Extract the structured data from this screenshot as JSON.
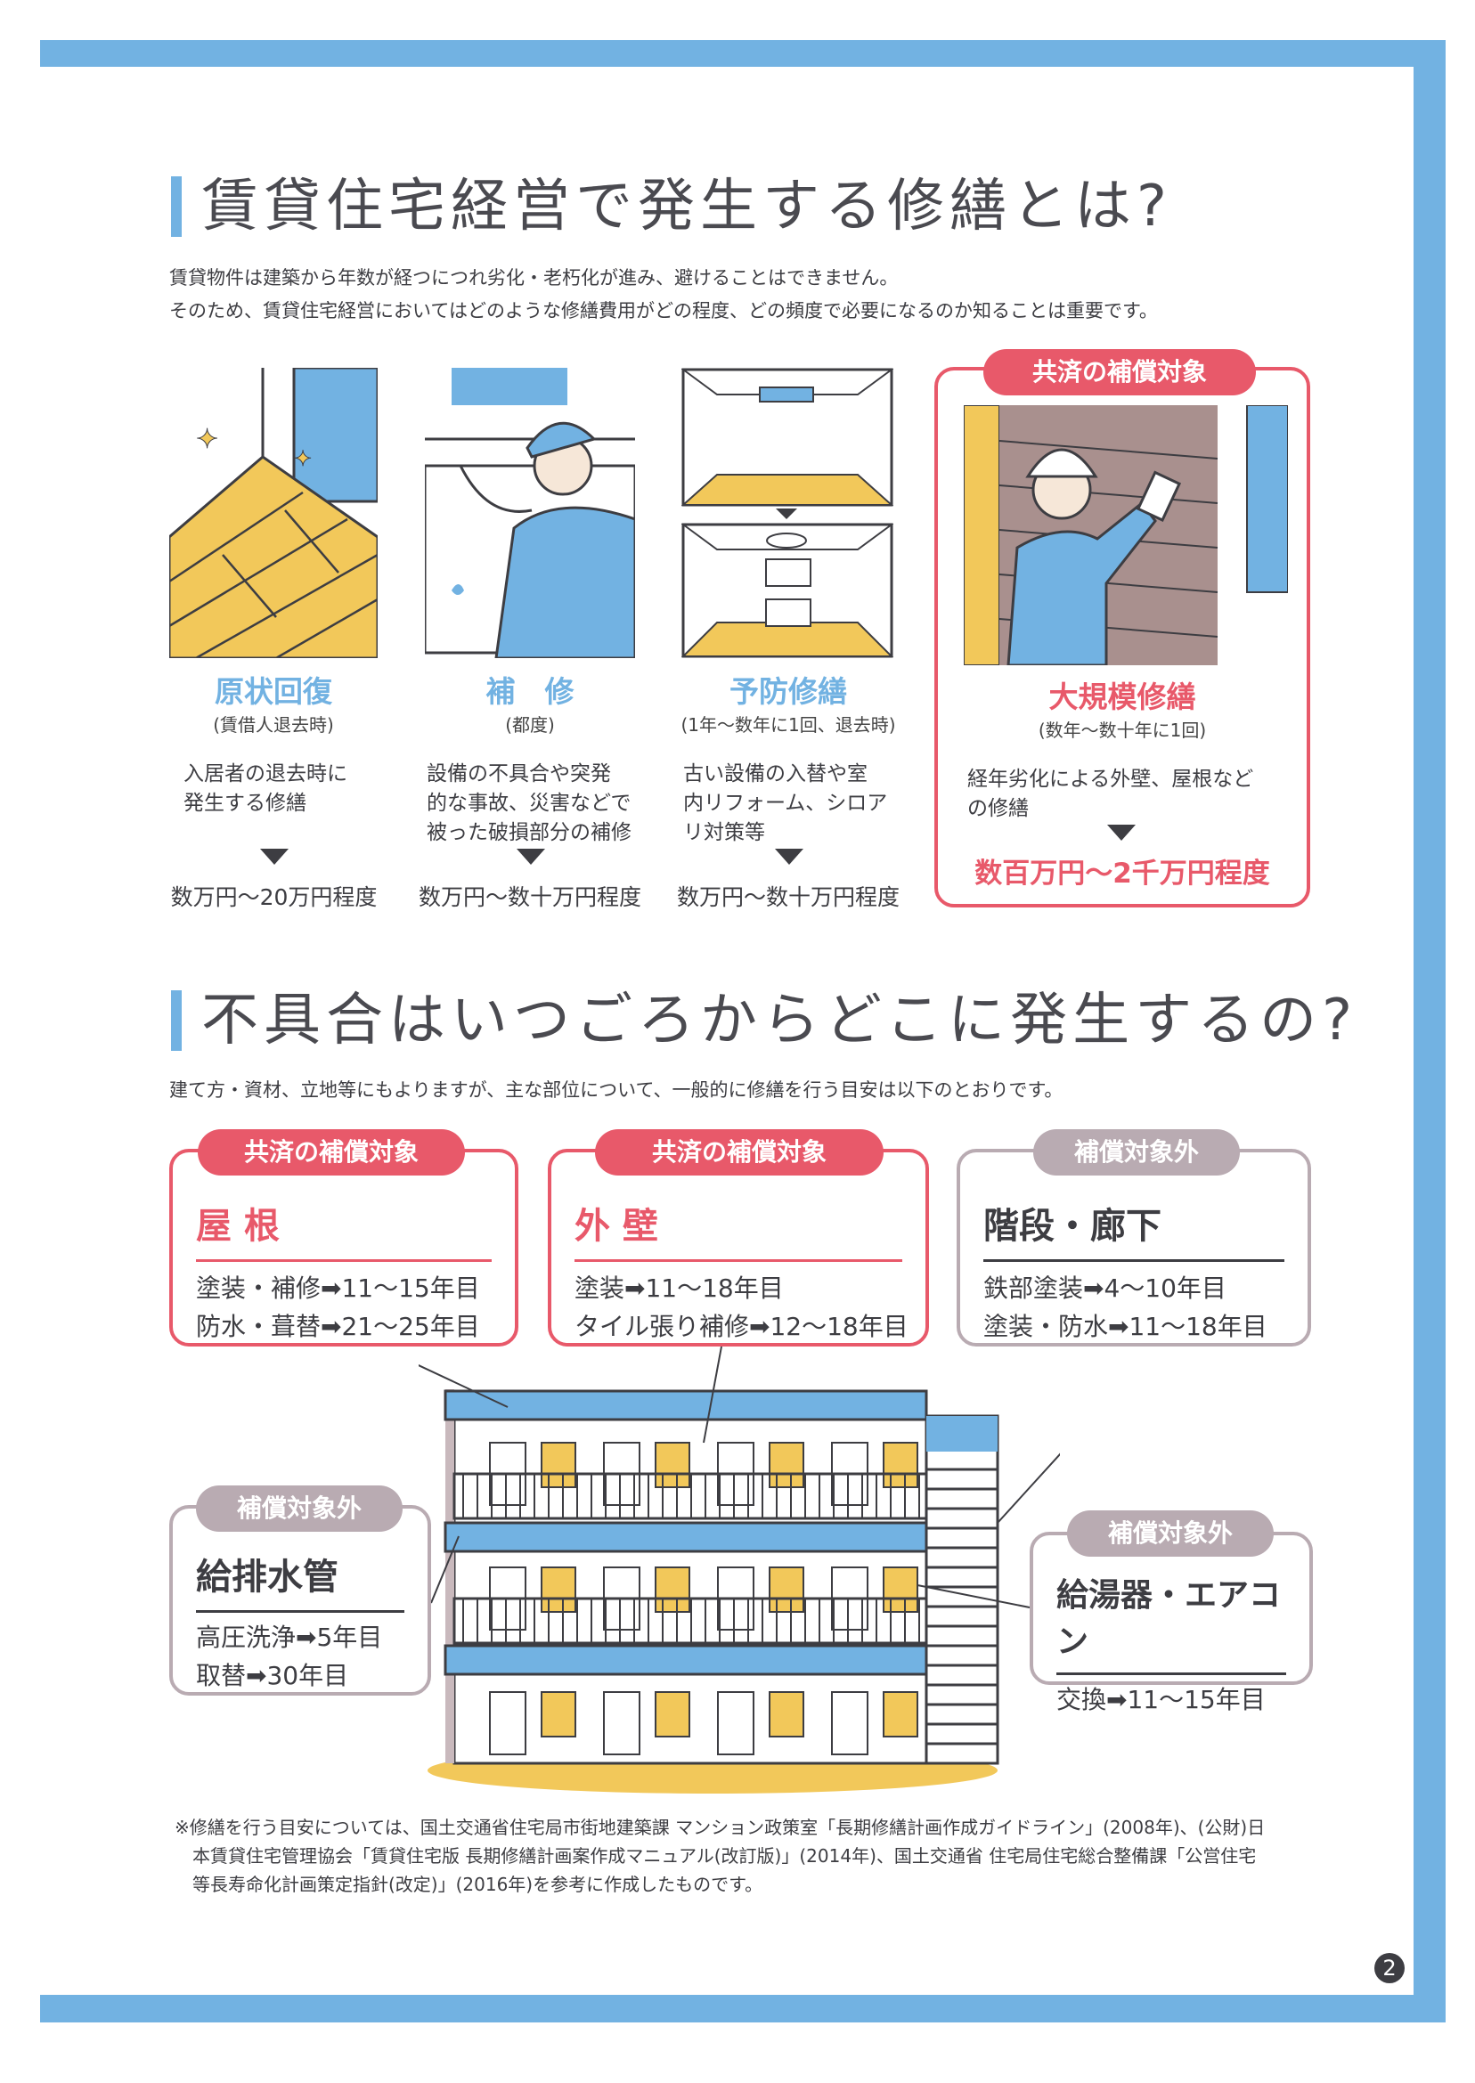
{
  "section1": {
    "heading": "賃貸住宅経営で発生する修繕とは?",
    "intro": [
      "賃貸物件は建築から年数が経つにつれ劣化・老朽化が進み、避けることはできません。",
      "そのため、賃貸住宅経営においてはどのような修繕費用がどの程度、どの頻度で必要になるのか知ることは重要です。"
    ],
    "columns": [
      {
        "title": "原状回復",
        "sub": "(賃借人退去時)",
        "desc": [
          "入居者の退去時に",
          "発生する修繕"
        ],
        "price": "数万円〜20万円程度",
        "icon": "clean-floor-illustration"
      },
      {
        "title": "補　修",
        "sub": "(都度)",
        "desc": [
          "設備の不具合や突発",
          "的な事故、災害などで",
          "被った破損部分の補修"
        ],
        "price": "数万円〜数十万円程度",
        "icon": "plumber-illustration"
      },
      {
        "title": "予防修繕",
        "sub": "(1年〜数年に1回、退去時)",
        "desc": [
          "古い設備の入替や室",
          "内リフォーム、シロア",
          "リ対策等"
        ],
        "price": "数万円〜数十万円程度",
        "icon": "room-renovation-illustration"
      },
      {
        "badge": "共済の補償対象",
        "title": "大規模修繕",
        "sub": "(数年〜数十年に1回)",
        "desc": [
          "経年劣化による外壁、屋根など",
          "の修繕"
        ],
        "price": "数百万円〜2千万円程度",
        "icon": "wall-painter-illustration"
      }
    ]
  },
  "section2": {
    "heading": "不具合はいつごろからどこに発生するの?",
    "intro": "建て方・資材、立地等にもよりますが、主な部位について、一般的に修繕を行う目安は以下のとおりです。",
    "boxes": [
      {
        "badge": "共済の補償対象",
        "title": "屋 根",
        "lines": [
          "塗装・補修➡11〜15年目",
          "防水・葺替➡21〜25年目"
        ]
      },
      {
        "badge": "共済の補償対象",
        "title": "外 壁",
        "lines": [
          "塗装➡11〜18年目",
          "タイル張り補修➡12〜18年目"
        ]
      },
      {
        "badge": "補償対象外",
        "title": "階段・廊下",
        "lines": [
          "鉄部塗装➡4〜10年目",
          "塗装・防水➡11〜18年目"
        ]
      },
      {
        "badge": "補償対象外",
        "title": "給排水管",
        "lines": [
          "高圧洗浄➡5年目",
          "取替➡30年目"
        ]
      },
      {
        "badge": "補償対象外",
        "title": "給湯器・エアコン",
        "lines": [
          "交換➡11〜15年目"
        ]
      }
    ]
  },
  "footnote": [
    "※修繕を行う目安については、国土交通省住宅局市街地建築課 マンション政策室「長期修繕計画作成ガイドライン」(2008年)、(公財)日",
    "本賃貸住宅管理協会「賃貸住宅版 長期修繕計画案作成マニュアル(改訂版)」(2014年)、国土交通省 住宅局住宅総合整備課「公営住宅",
    "等長寿命化計画策定指針(改定)」(2016年)を参考に作成したものです。"
  ],
  "page_number": "2",
  "colors": {
    "blue": "#72b2e2",
    "pink": "#e8596a",
    "gray": "#b9abb2",
    "yellow": "#f2c85a"
  }
}
